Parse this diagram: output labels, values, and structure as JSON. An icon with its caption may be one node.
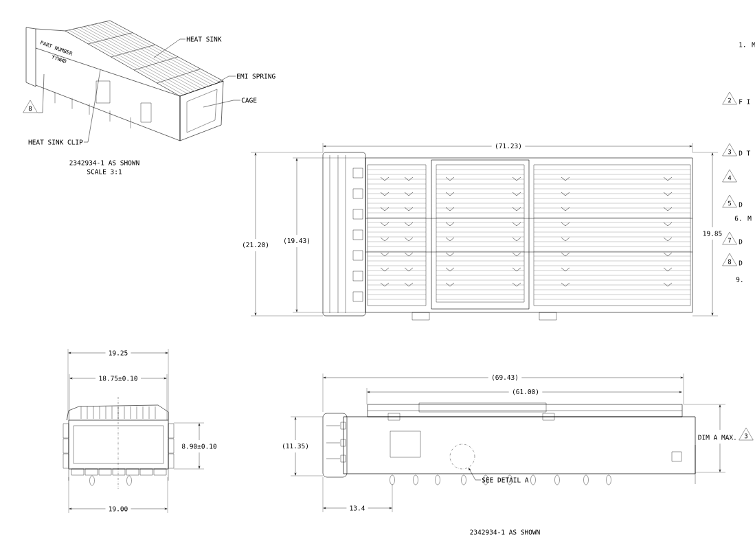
{
  "diagram": {
    "nodes": [
      {
        "text": [
          "HEAT SINK"
        ]
      },
      {
        "text": [
          "EMI SPRING"
        ]
      },
      {
        "text": [
          "CAGE"
        ]
      },
      {
        "text": [
          "HEAT SINK CLIP"
        ]
      },
      {
        "text": [
          "8"
        ]
      },
      {
        "text": [],
        "shape": "circle"
      },
      {
        "text": [
          "SEE DETAIL A"
        ]
      },
      {
        "text": [
          "2"
        ],
        "beside": [
          "F I"
        ]
      },
      {
        "text": [
          "3"
        ],
        "beside": [
          "D T"
        ]
      },
      {
        "text": [
          "4"
        ]
      },
      {
        "text": [
          "5"
        ],
        "beside": [
          "D"
        ]
      },
      {
        "text": [
          "7"
        ],
        "beside": [
          "D"
        ]
      },
      {
        "text": [
          "8"
        ],
        "beside": [
          "D"
        ]
      },
      {
        "text": [
          "3"
        ],
        "beside": [
          "DIM A MAX."
        ]
      }
    ],
    "edges": [
      {
        "from": 0,
        "to": null,
        "arrow": "none"
      },
      {
        "from": 1,
        "to": null,
        "arrow": "none"
      },
      {
        "from": 2,
        "to": null,
        "arrow": "none"
      },
      {
        "from": 3,
        "to": null,
        "arrow": "none"
      },
      {
        "from": 4,
        "to": null,
        "arrow": "none"
      },
      {
        "from": 6,
        "to": 5,
        "arrow": "to"
      }
    ],
    "labels": [
      "PART NUMBER",
      "YYWWD",
      "2342934-1 AS SHOWN",
      "SCALE 3:1",
      "1. M",
      "(71.23)",
      "(21.20)",
      "(19.43)",
      "19.85",
      "6. M",
      "9.",
      "19.25",
      "18.75±0.10",
      "8.90±0.10",
      "19.00",
      "(69.43)",
      "(61.00)",
      "(11.35)",
      "13.4",
      "2342934-1 AS SHOWN"
    ]
  }
}
